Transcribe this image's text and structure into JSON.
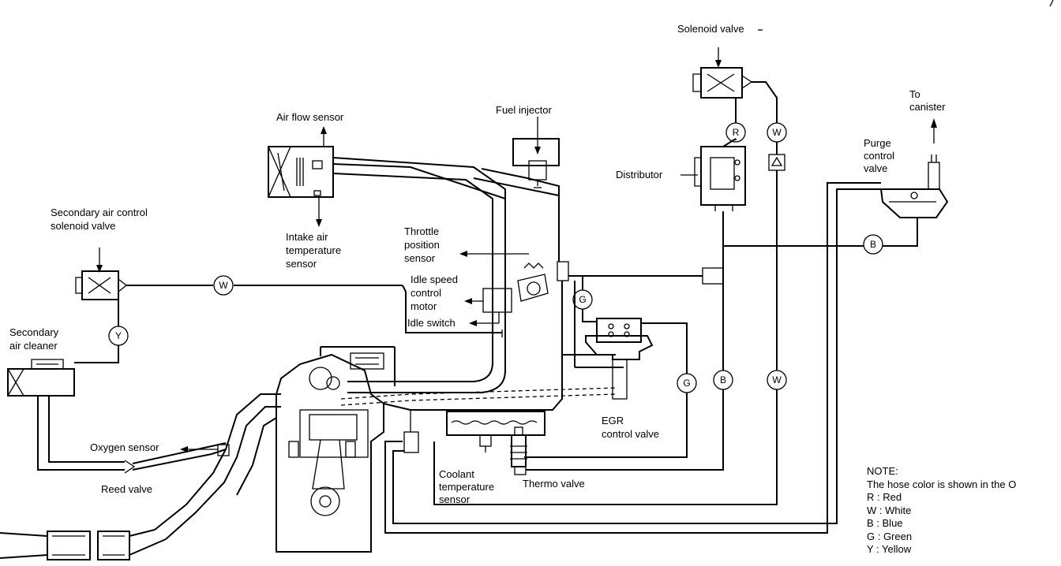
{
  "labels": {
    "solenoid_valve": "Solenoid valve",
    "to_canister_1": "To",
    "to_canister_2": "canister",
    "purge_1": "Purge",
    "purge_2": "control",
    "purge_3": "valve",
    "fuel_injector": "Fuel injector",
    "air_flow_sensor": "Air flow sensor",
    "distributor": "Distributor",
    "intake_1": "Intake air",
    "intake_2": "temperature",
    "intake_3": "sensor",
    "secondary_solenoid_1": "Secondary air control",
    "secondary_solenoid_2": "solenoid valve",
    "throttle_1": "Throttle",
    "throttle_2": "position",
    "throttle_3": "sensor",
    "isc_1": "Idle speed",
    "isc_2": "control",
    "isc_3": "motor",
    "idle_switch": "Idle switch",
    "sec_cleaner_1": "Secondary",
    "sec_cleaner_2": "air cleaner",
    "egr_1": "EGR",
    "egr_2": "control valve",
    "oxygen_sensor": "Oxygen sensor",
    "coolant_1": "Coolant",
    "coolant_2": "temperature",
    "coolant_3": "sensor",
    "thermo_valve": "Thermo valve",
    "reed_valve": "Reed valve"
  },
  "hose_codes": {
    "r": "R",
    "w": "W",
    "b": "B",
    "g": "G",
    "y": "Y"
  },
  "note": {
    "title": "NOTE:",
    "text": "The hose color is shown in the O",
    "legend": [
      "R : Red",
      "W : White",
      "B : Blue",
      "G : Green",
      "Y : Yellow"
    ]
  }
}
